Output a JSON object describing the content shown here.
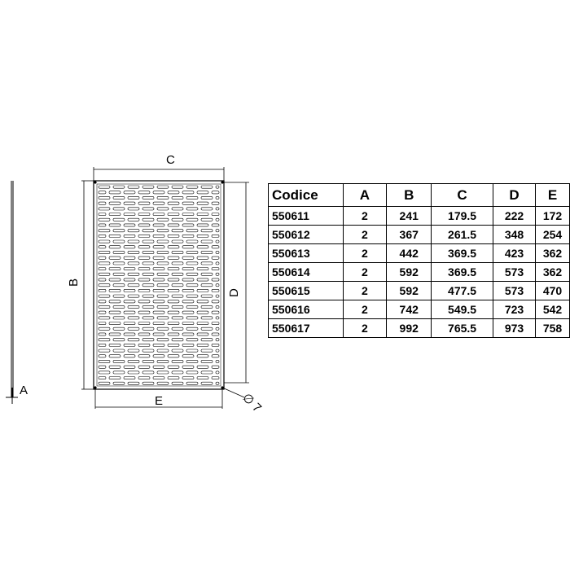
{
  "drawing": {
    "labels": {
      "c": "C",
      "b": "B",
      "d": "D",
      "e": "E",
      "a": "A",
      "hole": "∅ 7"
    }
  },
  "table": {
    "headers": [
      "Codice",
      "A",
      "B",
      "C",
      "D",
      "E"
    ],
    "rows": [
      [
        "550611",
        "2",
        "241",
        "179.5",
        "222",
        "172"
      ],
      [
        "550612",
        "2",
        "367",
        "261.5",
        "348",
        "254"
      ],
      [
        "550613",
        "2",
        "442",
        "369.5",
        "423",
        "362"
      ],
      [
        "550614",
        "2",
        "592",
        "369.5",
        "573",
        "362"
      ],
      [
        "550615",
        "2",
        "592",
        "477.5",
        "573",
        "470"
      ],
      [
        "550616",
        "2",
        "742",
        "549.5",
        "723",
        "542"
      ],
      [
        "550617",
        "2",
        "992",
        "765.5",
        "973",
        "758"
      ]
    ]
  }
}
